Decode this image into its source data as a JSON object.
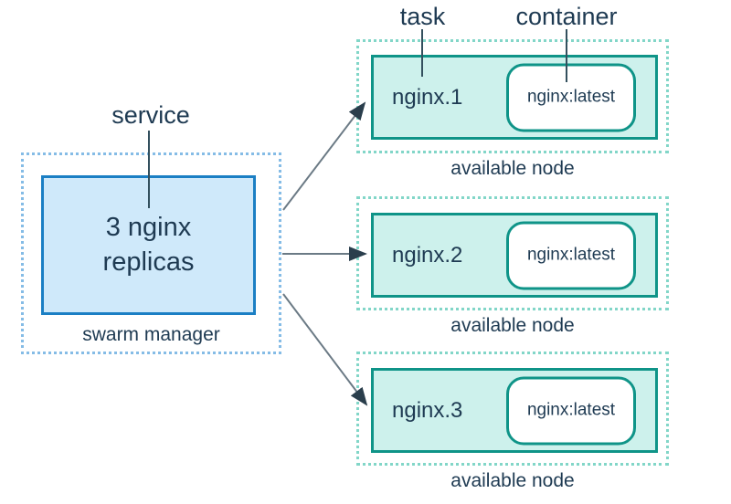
{
  "diagram": {
    "service_label": "service",
    "task_label": "task",
    "container_label": "container",
    "swarm": {
      "box_text": "3 nginx\nreplicas",
      "caption": "swarm manager"
    },
    "nodes": [
      {
        "task": "nginx.1",
        "image": "nginx:latest",
        "caption": "available node"
      },
      {
        "task": "nginx.2",
        "image": "nginx:latest",
        "caption": "available node"
      },
      {
        "task": "nginx.3",
        "image": "nginx:latest",
        "caption": "available node"
      }
    ],
    "colors": {
      "blue_border": "#1b7fc4",
      "blue_fill": "#cfe9fa",
      "blue_dotted": "#85bce6",
      "teal_border": "#0f9488",
      "teal_fill": "#cdf1ec",
      "teal_dotted": "#82d6c8",
      "text": "#1e3a52",
      "pointer_line": "#33505e",
      "arrow_shaft": "#6b7a85",
      "arrow_head": "#2a3e4c"
    }
  }
}
